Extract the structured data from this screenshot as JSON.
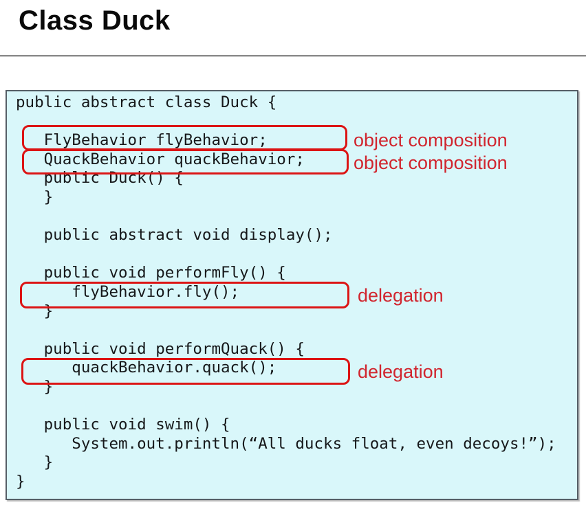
{
  "slide": {
    "title": "Class Duck"
  },
  "code": {
    "text": "public abstract class Duck {\n\n   FlyBehavior flyBehavior;\n   QuackBehavior quackBehavior;\n   public Duck() {\n   }\n\n   public abstract void display();\n\n   public void performFly() {\n      flyBehavior.fly();\n   }\n\n   public void performQuack() {\n      quackBehavior.quack();\n   }\n\n   public void swim() {\n      System.out.println(“All ducks float, even decoys!”);\n   }\n}"
  },
  "annotations": [
    {
      "label": "object composition",
      "target": "FlyBehavior flyBehavior;"
    },
    {
      "label": "object composition",
      "target": "QuackBehavior quackBehavior;"
    },
    {
      "label": "delegation",
      "target": "flyBehavior.fly();"
    },
    {
      "label": "delegation",
      "target": "quackBehavior.quack();"
    }
  ],
  "colors": {
    "highlight_red": "#dc1414",
    "annotation_red": "#d1252e",
    "panel_background": "#d9f7fa",
    "panel_border": "#555e66",
    "code_text": "#16181a",
    "divider_gray": "#8a8a8a",
    "title_black": "#0a0a0a"
  }
}
